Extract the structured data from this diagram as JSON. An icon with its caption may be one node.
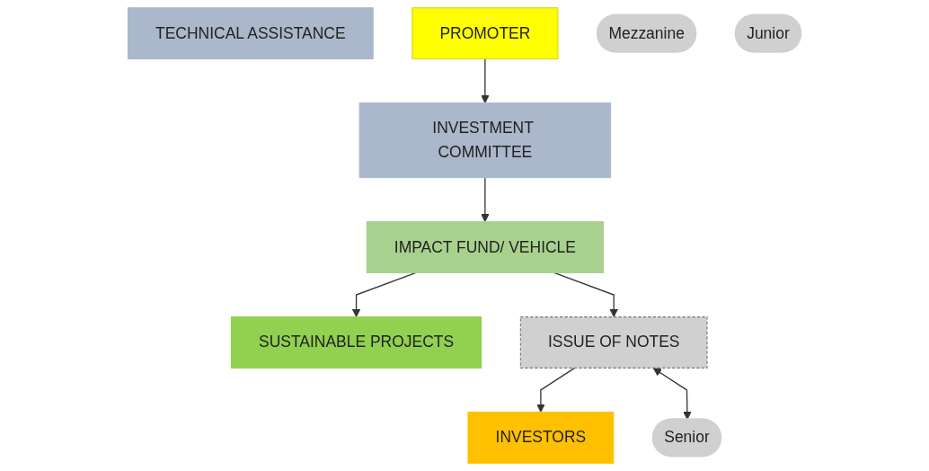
{
  "diagram": {
    "nodes": [
      {
        "text": [
          "TECHNICAL ASSISTANCE"
        ]
      },
      {
        "text": [
          "PROMOTER"
        ]
      },
      {
        "text": [
          "INVESTMENT COMMITTEE"
        ]
      },
      {
        "text": [
          "SUSTAINABLE PROJECTS"
        ]
      },
      {
        "text": [
          "IMPACT FUND/ VEHICLE"
        ]
      },
      {
        "text": [
          "ISSUE OF NOTES"
        ]
      },
      {
        "text": [
          "INVESTORS"
        ]
      },
      {
        "text": [
          "Senior"
        ]
      },
      {
        "text": [
          "Mezzanine"
        ]
      },
      {
        "text": [
          "Junior"
        ]
      }
    ],
    "edges": [
      {
        "from": 1,
        "to": 2,
        "arrow": "to"
      },
      {
        "from": 2,
        "to": 4,
        "arrow": "to"
      },
      {
        "from": 4,
        "to": 3,
        "arrow": "to"
      },
      {
        "from": 4,
        "to": 5,
        "arrow": "to"
      },
      {
        "from": 5,
        "to": 6,
        "arrow": "to"
      },
      {
        "from": 5,
        "to": 7,
        "arrow": "both"
      }
    ]
  }
}
